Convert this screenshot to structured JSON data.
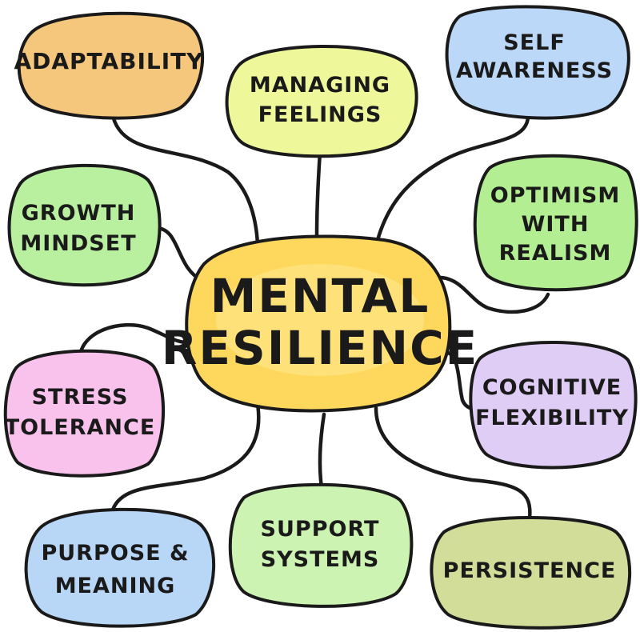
{
  "center": {
    "line1": "MENTAL",
    "line2": "RESILIENCE",
    "color": "#fdd85d"
  },
  "nodes": {
    "adaptability": {
      "line1": "ADAPTABILITY",
      "color": "#f5c77c"
    },
    "managing_feelings": {
      "line1": "MANAGING",
      "line2": "FEELINGS",
      "color": "#eef79a"
    },
    "self_awareness": {
      "line1": "SELF",
      "line2": "AWARENESS",
      "color": "#bcd8f8"
    },
    "growth_mindset": {
      "line1": "GROWTH",
      "line2": "MINDSET",
      "color": "#b9f0a0"
    },
    "optimism": {
      "line1": "OPTIMISM",
      "line2": "WITH",
      "line3": "REALISM",
      "color": "#b3ee92"
    },
    "stress_tolerance": {
      "line1": "STRESS",
      "line2": "TOLERANCE",
      "color": "#f8c2ec"
    },
    "cognitive_flexibility": {
      "line1": "COGNITIVE",
      "line2": "FLEXIBILITY",
      "color": "#e0cdf5"
    },
    "purpose_meaning": {
      "line1": "PURPOSE &",
      "line2": "MEANING",
      "color": "#b8d7f7"
    },
    "support_systems": {
      "line1": "SUPPORT",
      "line2": "SYSTEMS",
      "color": "#cdf3b2"
    },
    "persistence": {
      "line1": "PERSISTENCE",
      "color": "#d2dd99"
    }
  }
}
